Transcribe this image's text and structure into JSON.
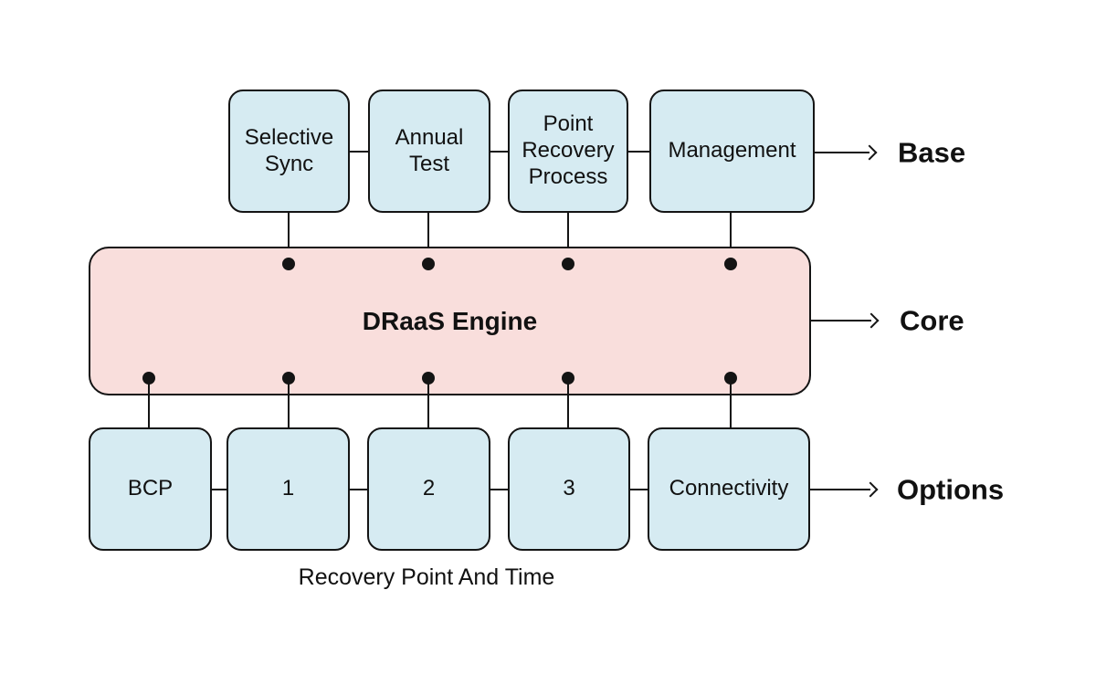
{
  "colors": {
    "node_fill": "#d6ebf2",
    "engine_fill": "#f9dedc",
    "stroke": "#141414",
    "text": "#111111",
    "background": "#ffffff"
  },
  "engine": {
    "label": "DRaaS Engine"
  },
  "base_row": {
    "label": "Base",
    "boxes": [
      {
        "id": "selective-sync",
        "label": "Selective\nSync"
      },
      {
        "id": "annual-test",
        "label": "Annual\nTest"
      },
      {
        "id": "point-recovery-process",
        "label": "Point\nRecovery\nProcess"
      },
      {
        "id": "management",
        "label": "Management"
      }
    ]
  },
  "core_row": {
    "label": "Core"
  },
  "options_row": {
    "label": "Options",
    "boxes": [
      {
        "id": "bcp",
        "label": "BCP"
      },
      {
        "id": "recovery-point-1",
        "label": "1"
      },
      {
        "id": "recovery-point-2",
        "label": "2"
      },
      {
        "id": "recovery-point-3",
        "label": "3"
      },
      {
        "id": "connectivity",
        "label": "Connectivity"
      }
    ]
  },
  "caption": "Recovery Point And Time"
}
